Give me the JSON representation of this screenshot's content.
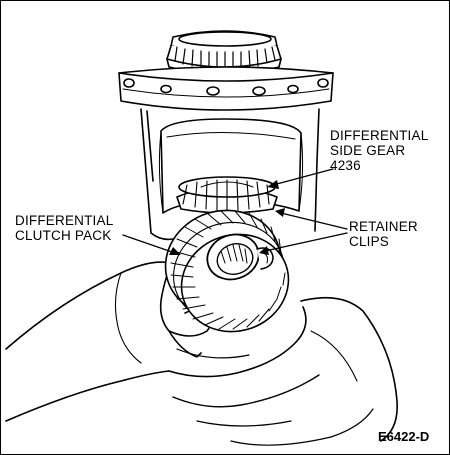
{
  "labels": {
    "side_gear": [
      "DIFFERENTIAL",
      "SIDE GEAR",
      "4236"
    ],
    "clutch_pack": [
      "DIFFERENTIAL",
      "CLUTCH PACK"
    ],
    "retainer": [
      "RETAINER",
      "CLIPS"
    ]
  },
  "figure_id": "E6422-D",
  "colors": {
    "ink": "#000000",
    "paper": "#ffffff",
    "shade": "#e0e0e0"
  }
}
